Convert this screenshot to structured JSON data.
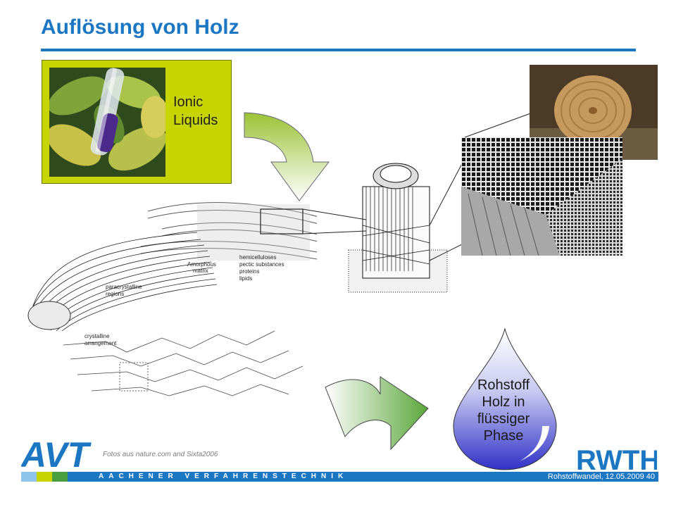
{
  "slide": {
    "title": "Auflösung von Holz"
  },
  "ionic_box": {
    "label_line1": "Ionic",
    "label_line2": "Liquids"
  },
  "fiber_diagram": {
    "labels": {
      "amorphous": "Amorphous",
      "matrix": "matrix",
      "hemicelluloses": "hemicelluloses",
      "pectic": "pectic substances",
      "proteins": "proteins",
      "lipids": "lipids",
      "paracrystalline": "paracrystalline",
      "regions": "regions",
      "crystalline": "crystalline",
      "arrangement": "arrangement"
    }
  },
  "drop": {
    "line1": "Rohstoff",
    "line2": "Holz in",
    "line3": "flüssiger",
    "line4": "Phase"
  },
  "footer": {
    "credit": "Fotos aus nature.com and Sixta2006",
    "institute": "AACHENER VERFAHRENSTECHNIK",
    "date_page": "Rohstoffwandel, 12.05.2009  40",
    "avt_logo_text": "AVT",
    "rwth_logo_text": "RWTH"
  },
  "colors": {
    "accent_blue": "#1c77c3",
    "lime": "#c8d400",
    "arrow_green": "#7ab648",
    "drop_blue": "#3d3fd0"
  }
}
